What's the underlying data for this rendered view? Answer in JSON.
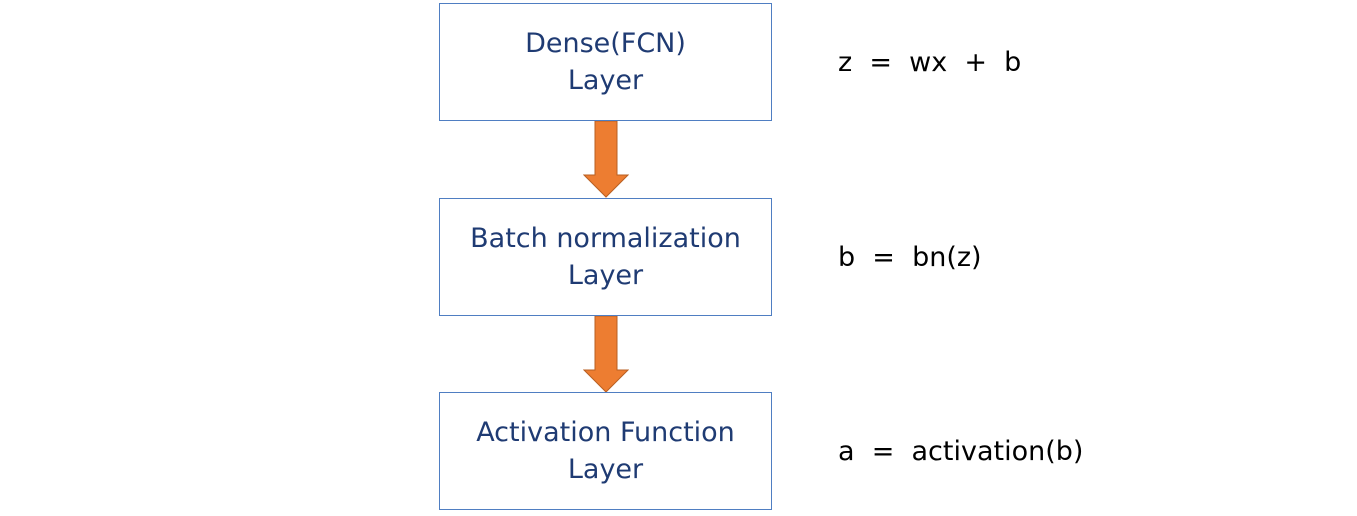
{
  "colors": {
    "box_border": "#4f7ec2",
    "box_text": "#1f3b73",
    "arrow_fill": "#ed7d31",
    "arrow_stroke": "#b85f22",
    "formula_text": "#000000"
  },
  "layers": [
    {
      "line1": "Dense(FCN)",
      "line2": "Layer",
      "formula": "z  =  wx  +  b"
    },
    {
      "line1": "Batch normalization",
      "line2": "Layer",
      "formula": "b  =  bn(z)"
    },
    {
      "line1": "Activation Function",
      "line2": "Layer",
      "formula": "a  =  activation(b)"
    }
  ]
}
